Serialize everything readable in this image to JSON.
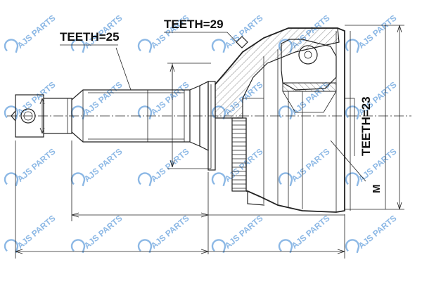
{
  "labels": {
    "teeth_shaft": "TEETH=25",
    "teeth_abs": "TEETH=29",
    "teeth_inner": "TEETH=23",
    "thread": "M"
  },
  "watermark": {
    "text": "AJS PARTS",
    "color": "#2f7fd1"
  },
  "colors": {
    "line": "#222222",
    "background": "#ffffff"
  }
}
